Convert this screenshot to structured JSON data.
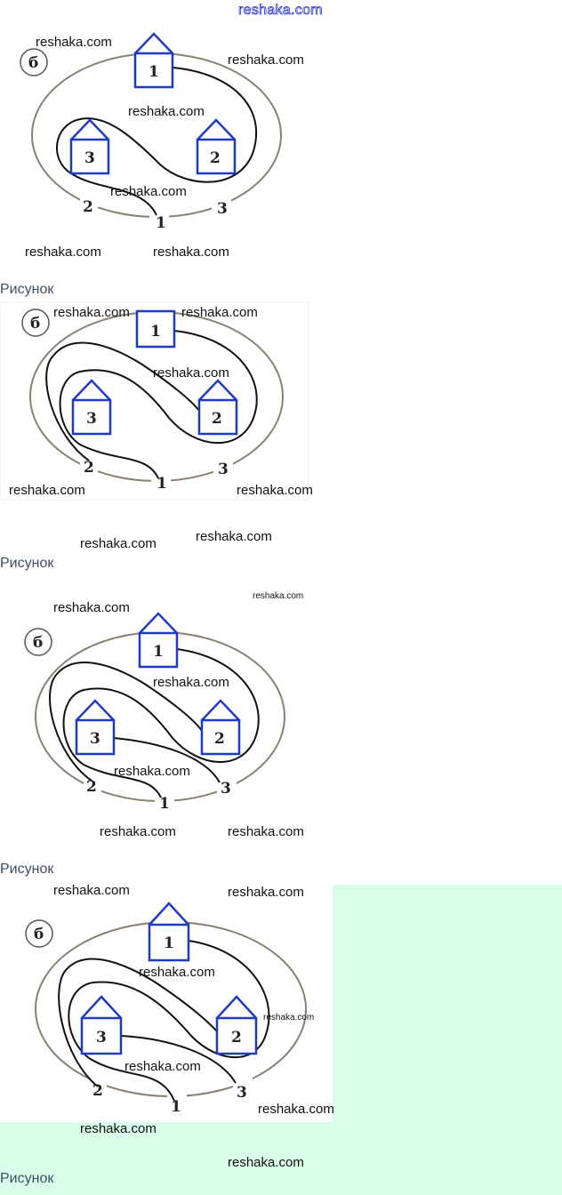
{
  "site_link": "reshaka.com",
  "watermark": "reshaka.com",
  "caption": "Рисунок",
  "figure": {
    "marker": "б",
    "houses": [
      "1",
      "2",
      "3"
    ],
    "exits": [
      "2",
      "1",
      "3"
    ]
  },
  "colors": {
    "house": "#1f3bc4",
    "background_green": "#dafde9",
    "caption": "#3b4f63"
  }
}
